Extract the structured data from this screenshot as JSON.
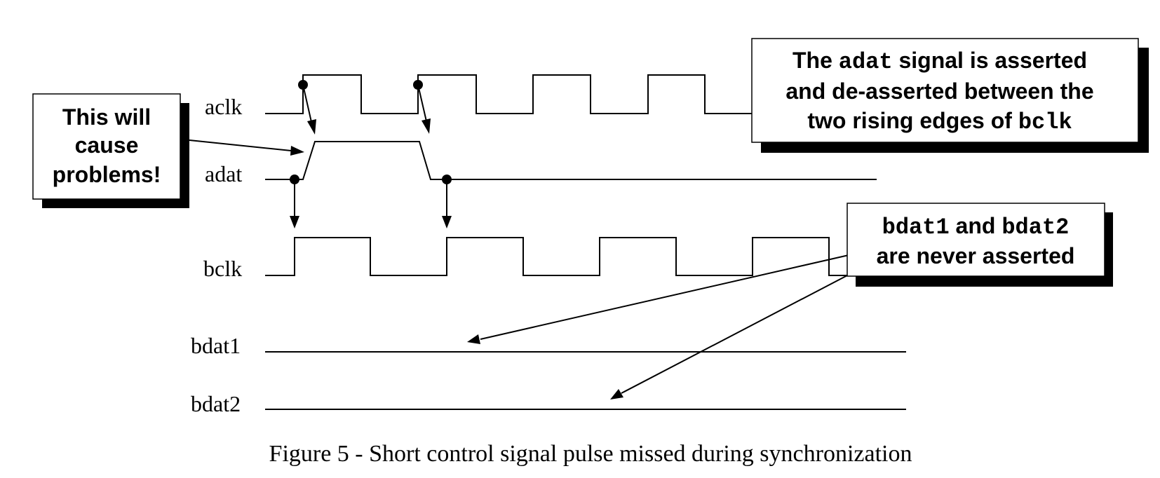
{
  "signals": {
    "aclk": "aclk",
    "adat": "adat",
    "bclk": "bclk",
    "bdat1": "bdat1",
    "bdat2": "bdat2"
  },
  "callouts": {
    "left": {
      "line1": "This will",
      "line2": "cause",
      "line3": "problems!"
    },
    "top_right": {
      "l1_pre": "The ",
      "l1_code": "adat",
      "l1_post": " signal is asserted",
      "l2": "and de-asserted between the",
      "l3_pre": "two rising edges of ",
      "l3_code": "bclk"
    },
    "mid_right": {
      "l1_code1": "bdat1",
      "l1_mid": " and ",
      "l1_code2": "bdat2",
      "l2": "are never asserted"
    }
  },
  "caption": "Figure 5 - Short control signal pulse missed during synchronization"
}
